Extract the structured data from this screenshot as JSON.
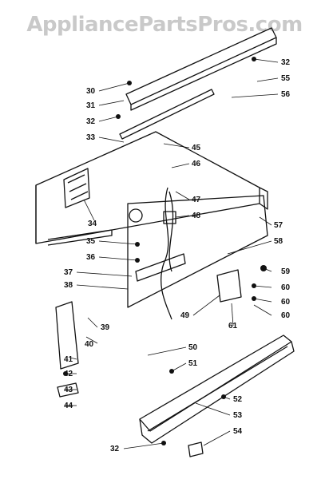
{
  "watermark": "AppliancePartsPros.com",
  "callouts": [
    "30",
    "31",
    "32",
    "33",
    "34",
    "35",
    "36",
    "37",
    "38",
    "39",
    "40",
    "41",
    "42",
    "43",
    "44",
    "45",
    "46",
    "47",
    "48",
    "49",
    "50",
    "51",
    "52",
    "53",
    "54",
    "55",
    "56",
    "57",
    "58",
    "59",
    "60",
    "61"
  ]
}
